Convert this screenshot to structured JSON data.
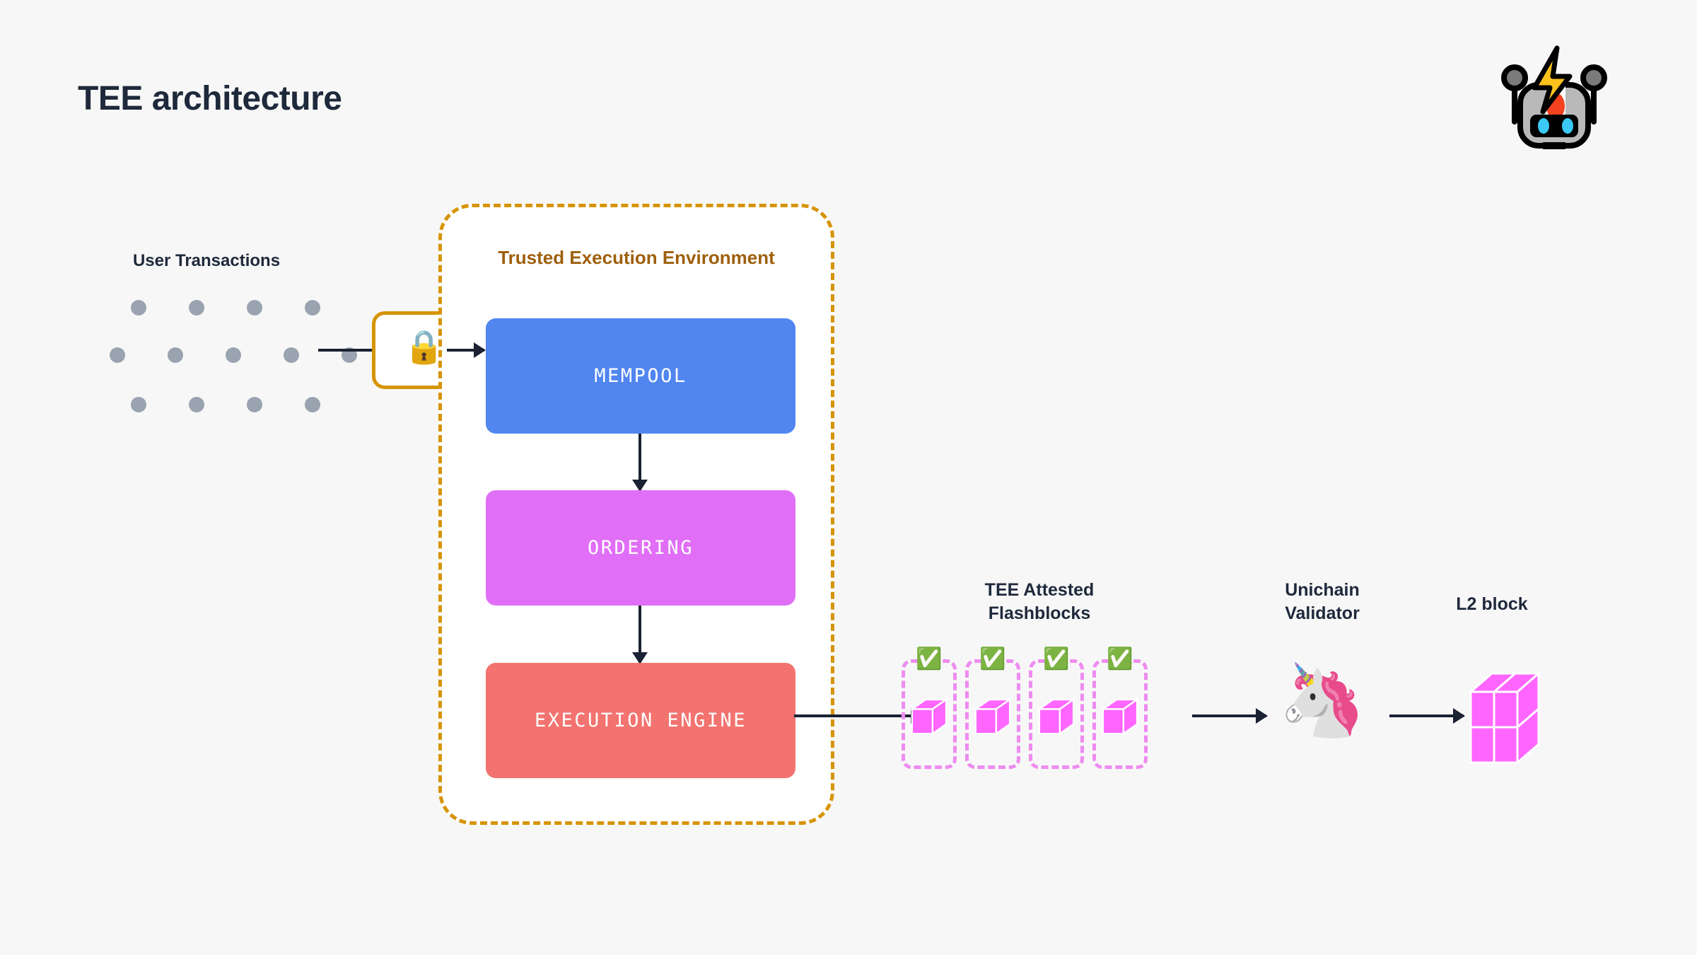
{
  "page": {
    "title": "TEE architecture",
    "background_color": "#f7f7f7",
    "text_color": "#1e293b"
  },
  "logo": {
    "name": "flashbots-robot-logo",
    "description": "robot head with lightning bolt",
    "colors": {
      "body": "#b9b9b9",
      "outline": "#000000",
      "bolt": "#fcc21b",
      "eye": "#3bc8f5",
      "nose": "#f4411e"
    }
  },
  "user_transactions": {
    "label": "User Transactions",
    "dot_color": "#9aa3b0",
    "rows": [
      4,
      5,
      4
    ]
  },
  "lock": {
    "icon": "lock-icon",
    "glyph": "🔒"
  },
  "tee": {
    "title": "Trusted Execution Environment",
    "border_color": "#d69405",
    "title_color": "#9e5f0b",
    "fill_color": "#ffffff",
    "stages": [
      {
        "label": "MEMPOOL",
        "color": "#5186f0"
      },
      {
        "label": "ORDERING",
        "color": "#e06ef6"
      },
      {
        "label": "EXECUTION ENGINE",
        "color": "#f2736f"
      }
    ]
  },
  "flashblocks": {
    "label_line1": "TEE Attested",
    "label_line2": "Flashblocks",
    "count": 4,
    "border_color": "#ee8bf0",
    "cube_color": "#ff66ff",
    "check_glyph": "✅",
    "items": [
      {
        "name": "flashblock-1",
        "attested": true
      },
      {
        "name": "flashblock-2",
        "attested": true
      },
      {
        "name": "flashblock-3",
        "attested": true
      },
      {
        "name": "flashblock-4",
        "attested": true
      }
    ]
  },
  "unichain": {
    "label_line1": "Unichain",
    "label_line2": "Validator",
    "icon": "unicorn-icon",
    "glyph": "🦄"
  },
  "l2_block": {
    "label": "L2 block",
    "cube_color": "#ff66ff",
    "cells": 4
  },
  "arrows": {
    "color": "#1a2233",
    "flow": [
      "user-transactions",
      "lock",
      "mempool",
      "ordering",
      "execution-engine",
      "flashblocks",
      "unichain-validator",
      "l2-block"
    ]
  }
}
